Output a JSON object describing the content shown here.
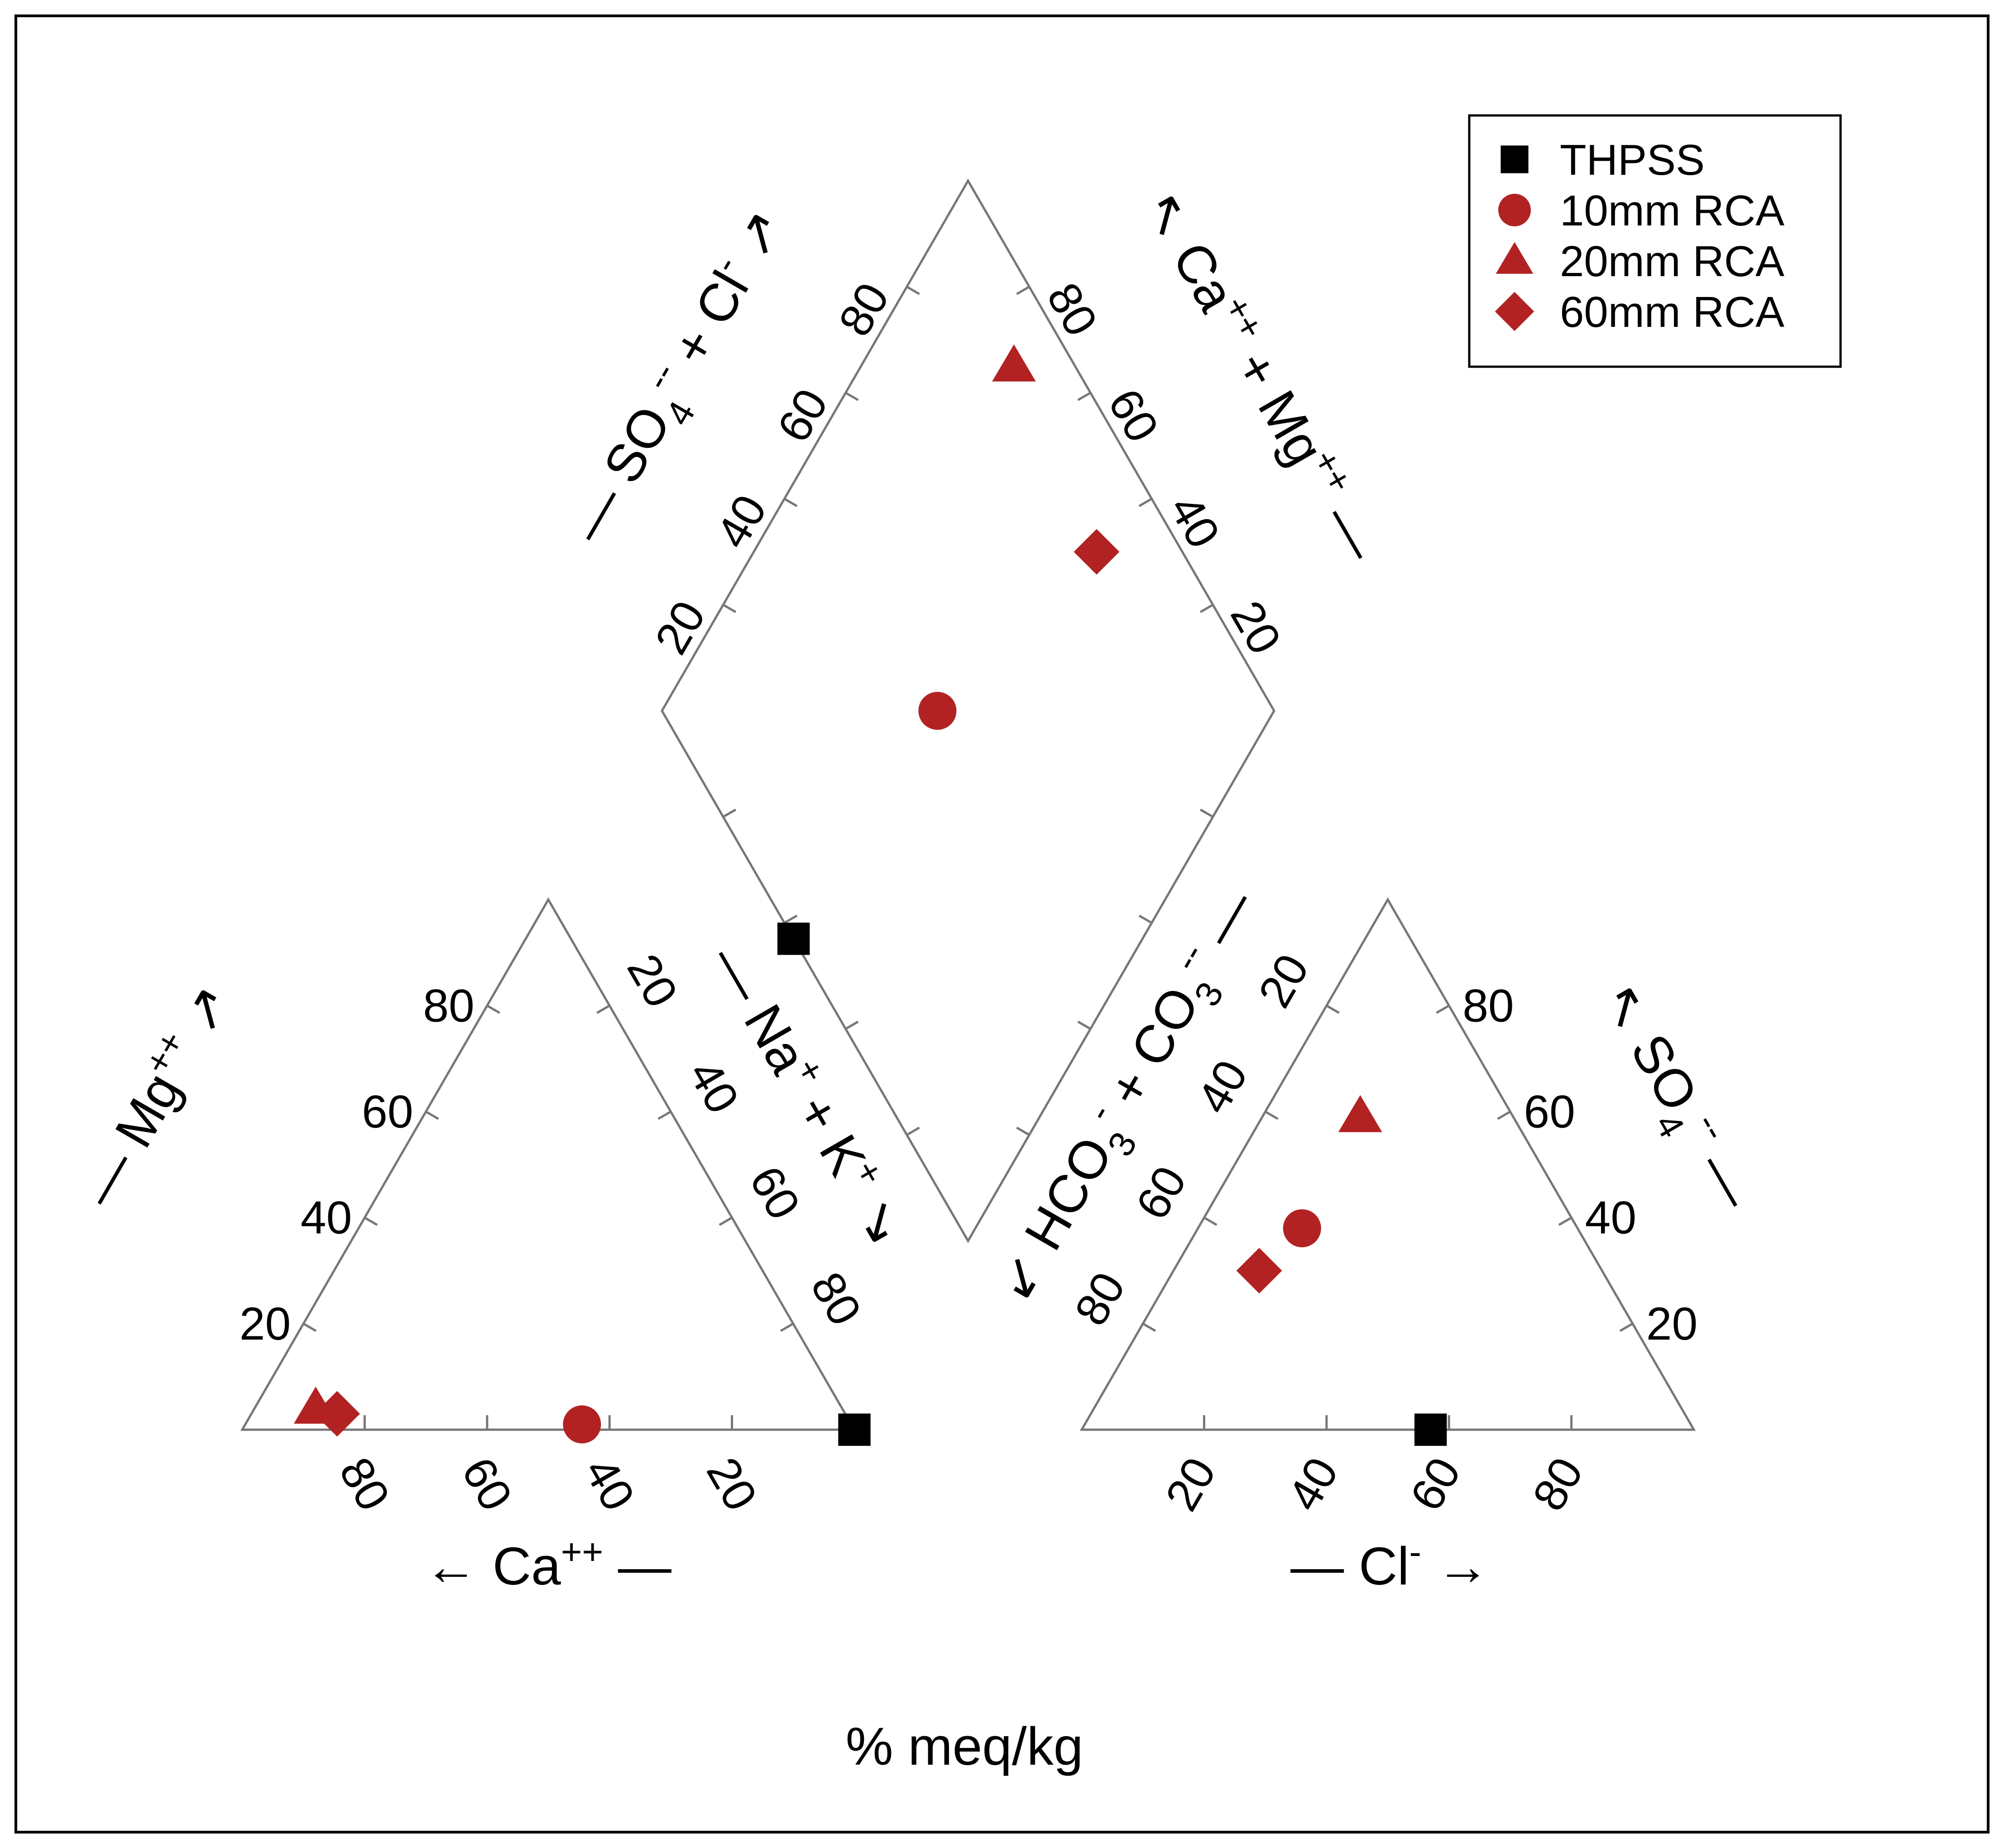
{
  "chart_data": {
    "type": "scatter",
    "subtype": "piper-diagram",
    "xlabel": "% meq/kg",
    "legend_position": "top-right",
    "series": [
      {
        "name": "THPSS",
        "marker": "square",
        "color": "#000000",
        "ca": 0,
        "mg": 0,
        "nak": 100,
        "cl": 57,
        "so4": 0,
        "hco3": 43,
        "diamond_cation": 0,
        "diamond_anion": 57
      },
      {
        "name": "10mm RCA",
        "marker": "circle",
        "color": "#b22222",
        "ca": 44,
        "mg": 1,
        "nak": 55,
        "cl": 17,
        "so4": 38,
        "hco3": 45,
        "diamond_cation": 45,
        "diamond_anion": 55
      },
      {
        "name": "20mm RCA",
        "marker": "triangle",
        "color": "#b22222",
        "ca": 86,
        "mg": 4,
        "nak": 10,
        "cl": 16,
        "so4": 59,
        "hco3": 25,
        "diamond_cation": 90,
        "diamond_anion": 75
      },
      {
        "name": "60mm RCA",
        "marker": "diamond",
        "color": "#b22222",
        "ca": 83,
        "mg": 3,
        "nak": 14,
        "cl": 14,
        "so4": 30,
        "hco3": 56,
        "diamond_cation": 86,
        "diamond_anion": 44
      }
    ],
    "ticks": [
      "20",
      "40",
      "60",
      "80"
    ],
    "axes": {
      "cation_left": {
        "base": "Mg",
        "sup": "++",
        "arrow": "↗",
        "dash": "—"
      },
      "cation_right": {
        "base": "Na",
        "sup1": "+",
        "mid": " + K",
        "sup2": "+",
        "arrow": "↘",
        "dash": "—"
      },
      "cation_bottom": {
        "base": "Ca",
        "sup": "++",
        "arrow": "←",
        "dash": "—"
      },
      "anion_left": {
        "base": "HCO",
        "sub": "3",
        "sup": "-",
        "mid": " + CO",
        "sub2": "3",
        "sup2": "--",
        "arrow": "↙",
        "dash": "—"
      },
      "anion_right": {
        "base": "SO",
        "sub": "4",
        "sup": "--",
        "arrow": "↖",
        "dash": "—"
      },
      "anion_bottom": {
        "base": "Cl",
        "sup": "-",
        "arrow": "→",
        "dash": "—"
      },
      "diamond_left": {
        "base": "SO",
        "sub": "4",
        "sup": "--",
        "mid": " + Cl",
        "sup2": "-",
        "arrow": "↗",
        "dash": "—"
      },
      "diamond_right": {
        "base": "Ca",
        "sup": "++",
        "mid": " + Mg",
        "sup2": "++",
        "arrow": "↖",
        "dash": "—"
      }
    }
  }
}
